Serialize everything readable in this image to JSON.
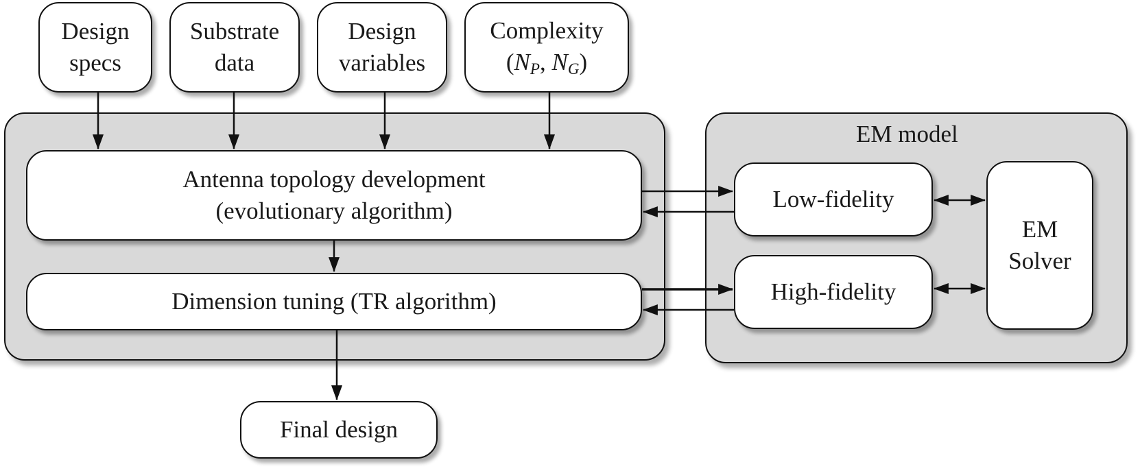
{
  "inputs": {
    "design_specs": [
      "Design",
      "specs"
    ],
    "substrate_data": [
      "Substrate",
      "data"
    ],
    "design_variables": [
      "Design",
      "variables"
    ],
    "complexity": {
      "line1": "Complexity",
      "open_paren": "(",
      "np_symbol": "N",
      "np_subscript": "P",
      "separator": ", ",
      "ng_symbol": "N",
      "ng_subscript": "G",
      "close_paren": ")"
    }
  },
  "process": {
    "topology": [
      "Antenna topology development",
      "(evolutionary algorithm)"
    ],
    "tuning": "Dimension tuning (TR algorithm)"
  },
  "em_model": {
    "title": "EM model",
    "low_fidelity": "Low-fidelity",
    "high_fidelity": "High-fidelity",
    "solver": [
      "EM",
      "Solver"
    ]
  },
  "output": {
    "final_design": "Final design"
  }
}
